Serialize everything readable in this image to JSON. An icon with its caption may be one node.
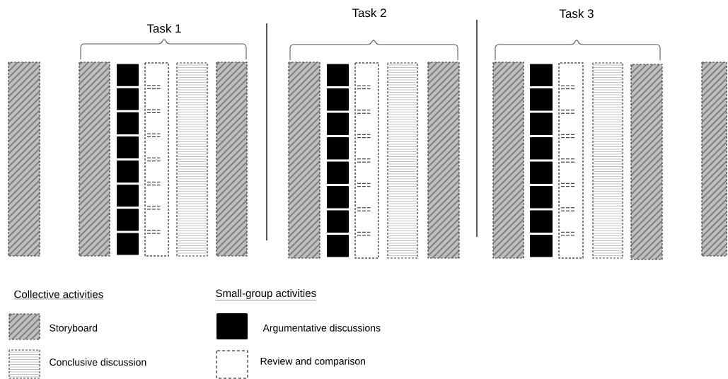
{
  "diagram": {
    "labels": [
      "Task 1",
      "Task 2",
      "Task 3",
      "Collective activities",
      "Small-group activities"
    ],
    "legend": [
      {
        "text": "Storyboard"
      },
      {
        "text": "Conclusive discussion"
      },
      {
        "text": "Argumentative discussions",
        "color": "#000000"
      },
      {
        "text": "Review and comparison"
      }
    ]
  }
}
